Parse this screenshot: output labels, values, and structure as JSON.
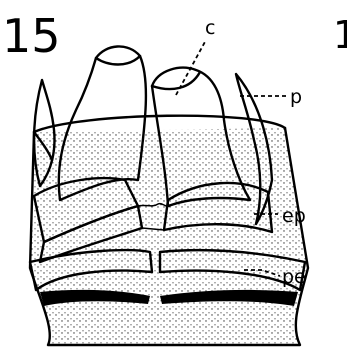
{
  "figure": {
    "number": "15",
    "corner_mark": "1"
  },
  "labels": {
    "c": "c",
    "p": "p",
    "ep": "ep",
    "pe": "pe"
  }
}
